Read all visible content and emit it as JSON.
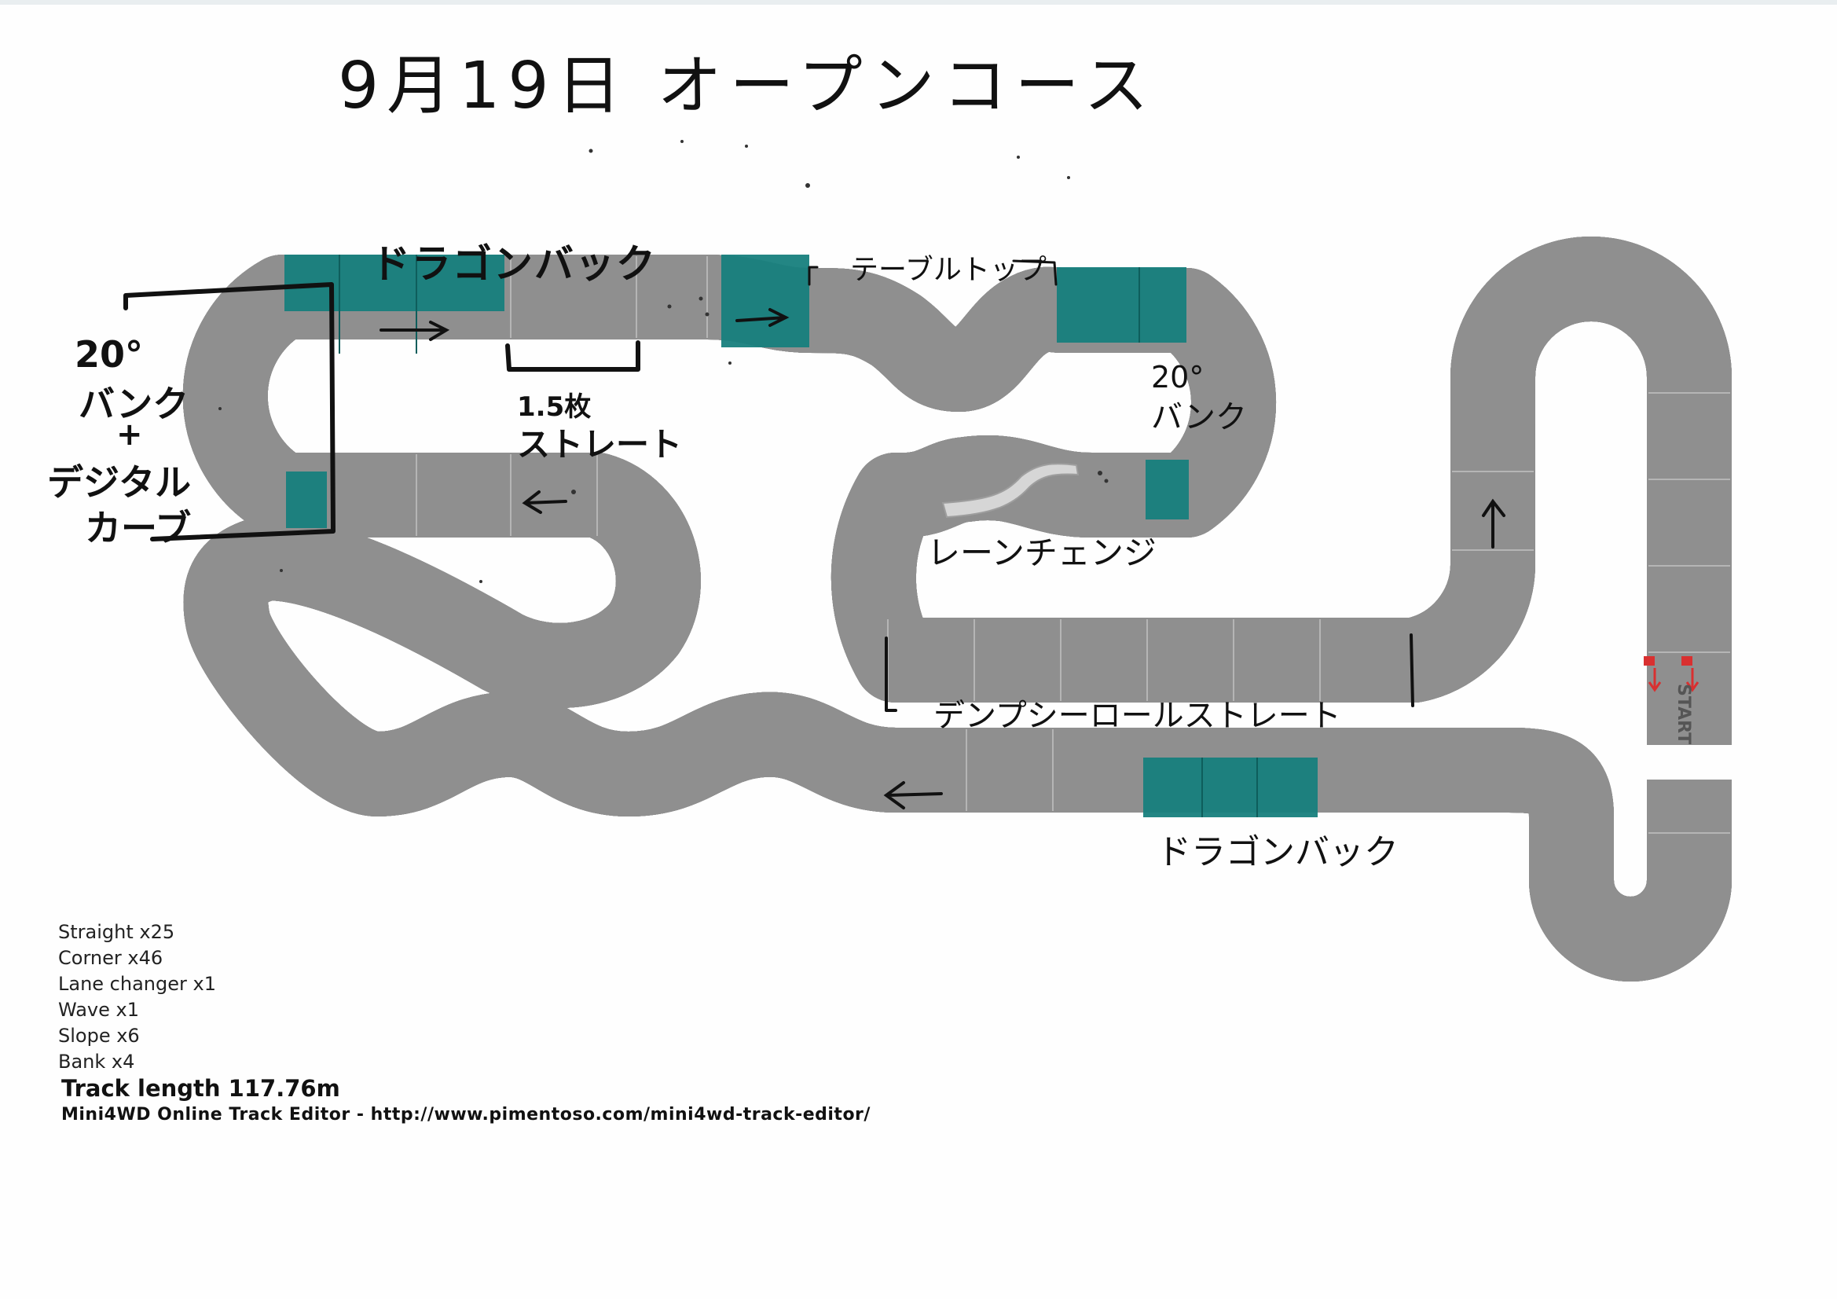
{
  "title": "9月19日 オープンコース",
  "annotations": {
    "dragon_back_top": "ドラゴンバック",
    "straight_15_line1": "1.5枚",
    "straight_15_line2": "ストレート",
    "table_top": "テーブルトップ",
    "bank20_right_line1": "20°",
    "bank20_right_line2": "バンク",
    "left_line1": "20°",
    "left_line2": "バンク",
    "left_line3": "+",
    "left_line4": "デジタル",
    "left_line5": "カーブ",
    "lane_change": "レーンチェンジ",
    "dempsey_straight": "デンプシーロールストレート",
    "dragon_back_bottom": "ドラゴンバック"
  },
  "start_label": "START",
  "parts": {
    "items": [
      "Straight x25",
      "Corner x46",
      "Lane changer x1",
      "Wave x1",
      "Slope x6",
      "Bank x4"
    ],
    "track_length": "Track length 117.76m",
    "editor": "Mini4WD Online Track Editor - http://www.pimentoso.com/mini4wd-track-editor/"
  },
  "colors": {
    "slope": "#177f7d",
    "track_line": "#9a9a9a",
    "ink": "#111111",
    "start_marker": "#d93030"
  },
  "icons": {
    "direction_arrow": "arrow-icon",
    "lane_changer": "lane-change-icon"
  }
}
